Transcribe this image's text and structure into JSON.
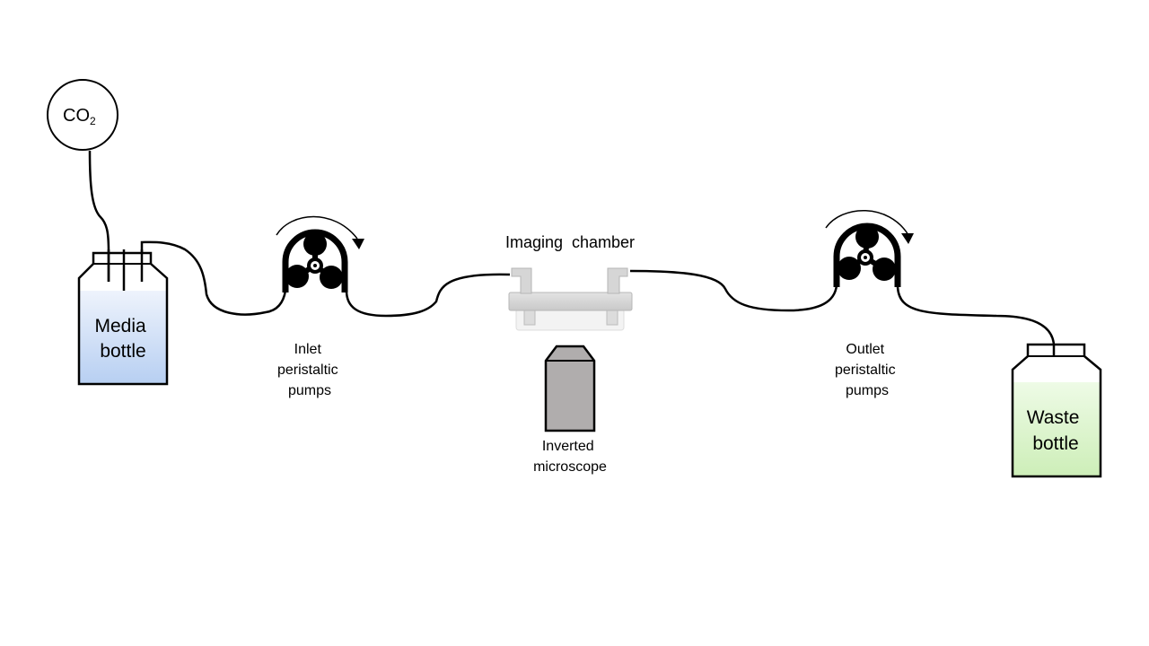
{
  "co2": {
    "main": "CO",
    "sub": "2"
  },
  "media_bottle": {
    "line1": "Media",
    "line2": "bottle"
  },
  "waste_bottle": {
    "line1": "Waste",
    "line2": "bottle"
  },
  "inlet_pump": {
    "line1": "Inlet",
    "line2": "peristaltic",
    "line3": "pumps"
  },
  "outlet_pump": {
    "line1": "Outlet",
    "line2": "peristaltic",
    "line3": "pumps"
  },
  "imaging_chamber": {
    "label": "Imaging  chamber"
  },
  "microscope": {
    "line1": "Inverted",
    "line2": "microscope"
  },
  "colors": {
    "media_liquid": "#b7cff2",
    "waste_liquid": "#d2f0c0",
    "pump": "#000000",
    "chamber": "#d4d4d4",
    "objective": "#b0adad"
  }
}
